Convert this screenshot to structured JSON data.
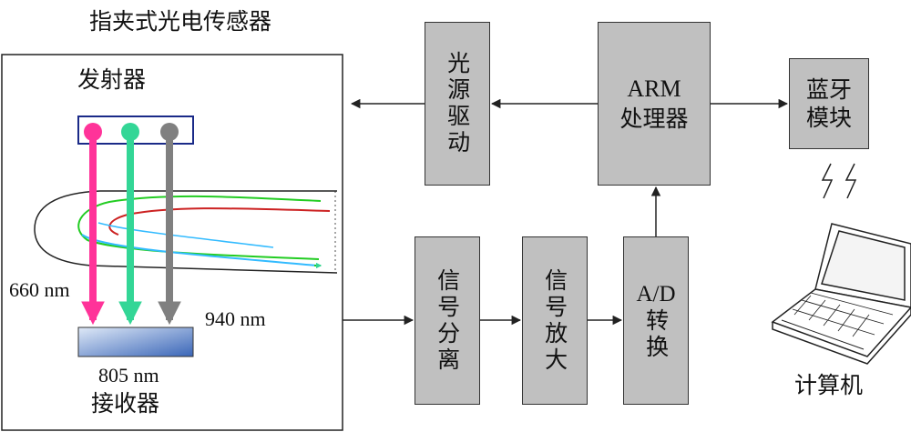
{
  "title": "指夹式光电传感器",
  "emitter_label": "发射器",
  "receiver_label": "接收器",
  "wavelengths": {
    "w660": "660 nm",
    "w940": "940 nm",
    "w805": "805 nm"
  },
  "blocks": {
    "light_driver": "光源驱动",
    "arm_en": "ARM",
    "arm_cn": "处理器",
    "bluetooth_l1": "蓝牙",
    "bluetooth_l2": "模块",
    "signal_sep": "信号分离",
    "signal_amp": "信号放大",
    "ad_en": "A/D",
    "ad_cn": "转换"
  },
  "computer_label": "计算机",
  "colors": {
    "led_660": "#ff3399",
    "led_805": "#33d696",
    "led_940": "#808080",
    "block_fill": "#c0c0c0"
  }
}
